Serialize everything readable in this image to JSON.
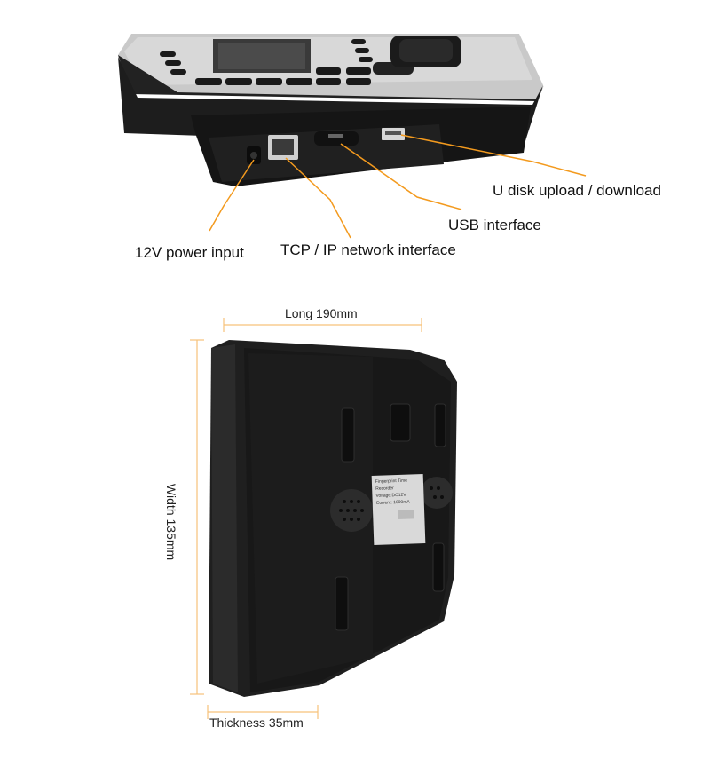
{
  "callouts": {
    "u_disk": "U disk upload / download",
    "usb": "USB interface",
    "tcp_ip": "TCP / IP network interface",
    "power": "12V power input"
  },
  "dimensions": {
    "long": "Long 190mm",
    "width": "Width 135mm",
    "thickness": "Thickness 35mm"
  },
  "device_label": {
    "title": "Fingerprint Time Recorder",
    "voltage": "Voltage:DC12V",
    "current": "Current: 1000mA"
  },
  "colors": {
    "callout_line": "#f39a1e",
    "dimension_line": "#f7c27a",
    "device_body": "#1c1c1c"
  }
}
